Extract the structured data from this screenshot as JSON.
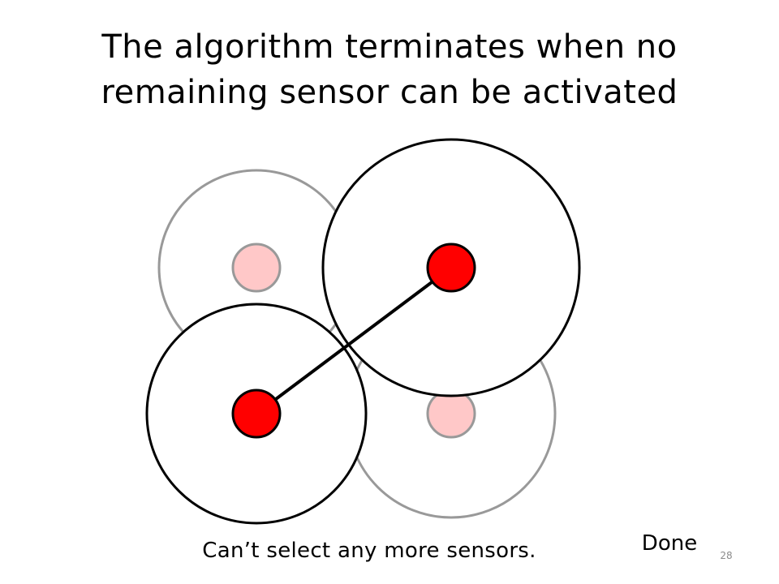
{
  "slide": {
    "title_lines": [
      "The algorithm terminates when no",
      "remaining sensor can be activated"
    ],
    "caption": "Can’t select any more sensors.",
    "status": "Done",
    "page_number": "28"
  },
  "diagram": {
    "colors": {
      "inactive_range": "#999999",
      "active_range": "#000000",
      "inactive_sensor_fill": "#ffc8c8",
      "active_sensor_fill": "#ff0000",
      "edge": "#000000"
    },
    "sensors": [
      {
        "id": "top-left",
        "state": "inactive"
      },
      {
        "id": "bottom-right",
        "state": "inactive"
      },
      {
        "id": "top-right",
        "state": "active"
      },
      {
        "id": "bottom-left",
        "state": "active"
      }
    ],
    "edges": [
      {
        "from": "bottom-left",
        "to": "top-right"
      }
    ]
  }
}
